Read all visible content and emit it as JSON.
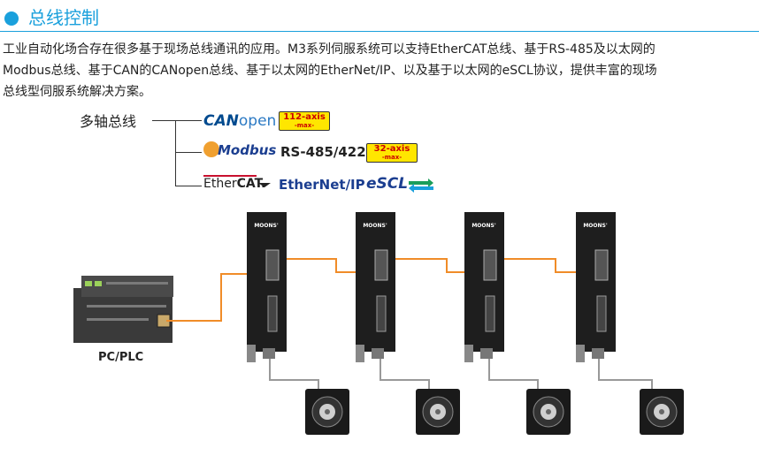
{
  "section": {
    "title": "总线控制"
  },
  "description": {
    "line1": "工业自动化场合存在很多基于现场总线通讯的应用。M3系列伺服系统可以支持EtherCAT总线、基于RS-485及以太网的",
    "line2": "Modbus总线、基于CAN的CANopen总线、基于以太网的EtherNet/IP、以及基于以太网的eSCL协议，提供丰富的现场",
    "line3": "总线型伺服系统解决方案。"
  },
  "bus": {
    "label": "多轴总线",
    "canopen": {
      "can": "CAN",
      "open": "open",
      "badge_line1": "112-axis",
      "badge_line2": "-max-"
    },
    "modbus": {
      "logo": "Modbus",
      "interface": "RS-485/422",
      "badge_line1": "32-axis",
      "badge_line2": "-max-"
    },
    "ethercat": {
      "prefix": "Ether",
      "suffix": "CAT.",
      "ethernetip": "EtherNet/IP",
      "escl": "eSCL"
    }
  },
  "controller": {
    "label": "PC/PLC"
  },
  "drives": {
    "brand": "MOONS'",
    "count": 4
  },
  "colors": {
    "accent": "#1aa0dc",
    "cable": "#f08c28",
    "badge": "#ffe600"
  }
}
